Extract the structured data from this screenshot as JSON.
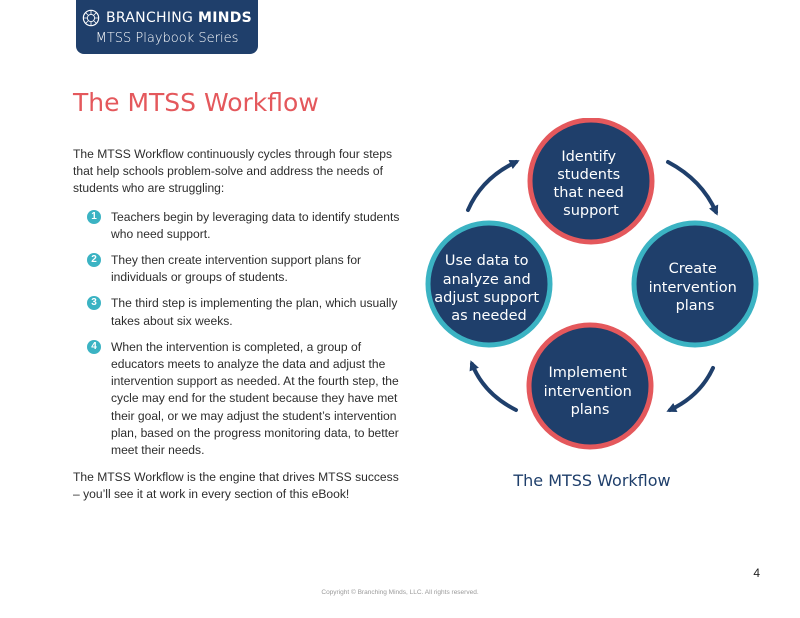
{
  "header": {
    "brand_part1": "BRANCHING",
    "brand_part2": "MINDS",
    "series": "MTSS Playbook Series"
  },
  "title": "The MTSS Workflow",
  "intro": "The MTSS Workflow continuously cycles through four steps that help schools problem-solve and address the needs of students who are struggling:",
  "steps": [
    {
      "num": "1",
      "text": "Teachers begin by leveraging data to identify students who need support."
    },
    {
      "num": "2",
      "text": "They then create intervention support plans for individuals or groups of students."
    },
    {
      "num": "3",
      "text": "The third step is implementing the plan, which usually takes about six weeks."
    },
    {
      "num": "4",
      "text": "When the intervention is completed, a group of educators meets to analyze the data and adjust the intervention support as needed.  At the fourth step, the cycle may end for the student because they have met their goal, or we may adjust the student’s intervention plan, based on the progress monitoring data, to better meet their needs."
    }
  ],
  "closing": "The MTSS Workflow is the engine that drives MTSS success – you’ll see it at work in every section of this eBook!",
  "diagram": {
    "caption": "The MTSS Workflow",
    "top": [
      "Identify",
      "students",
      "that need",
      "support"
    ],
    "right": [
      "Create",
      "intervention",
      "plans"
    ],
    "bottom": [
      "Implement",
      "intervention",
      "plans"
    ],
    "left": [
      "Use data to",
      "analyze and",
      "adjust support",
      "as needed"
    ],
    "colors": {
      "navy": "#1f3f6b",
      "coral": "#e4585c",
      "teal": "#3bb3c3",
      "arrow": "#1f3f6b"
    }
  },
  "page_number": "4",
  "copyright": "Copyright © Branching Minds, LLC. All rights reserved."
}
